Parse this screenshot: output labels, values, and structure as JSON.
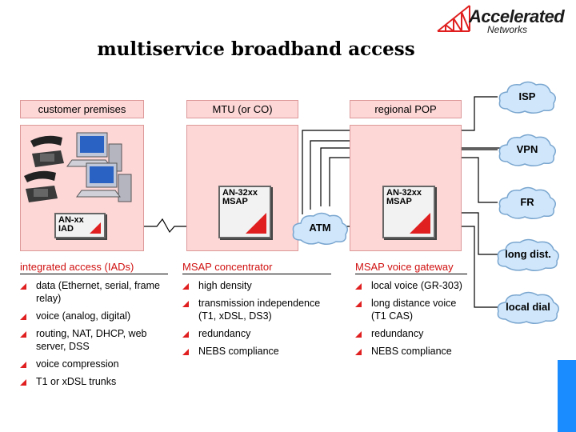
{
  "title": "multiservice broadband access",
  "logo": {
    "name": "Accelerated",
    "sub": "Networks"
  },
  "columns": [
    {
      "header": "customer premises"
    },
    {
      "header": "MTU (or CO)"
    },
    {
      "header": "regional POP"
    }
  ],
  "devices": {
    "iad": {
      "line1": "AN-xx",
      "line2": "IAD"
    },
    "msap1": {
      "line1": "AN-32xx",
      "line2": "MSAP"
    },
    "msap2": {
      "line1": "AN-32xx",
      "line2": "MSAP"
    }
  },
  "atm": "ATM",
  "clouds": [
    "ISP",
    "VPN",
    "FR",
    "long dist.",
    "local dial"
  ],
  "sections": [
    {
      "heading": "integrated access (IADs)",
      "items": [
        "data (Ethernet, serial, frame relay)",
        "voice (analog, digital)",
        "routing, NAT, DHCP, web server, DSS",
        "voice compression",
        "T1 or xDSL trunks"
      ]
    },
    {
      "heading": "MSAP concentrator",
      "items": [
        "high density",
        "transmission independence (T1, xDSL, DS3)",
        "redundancy",
        "NEBS compliance"
      ]
    },
    {
      "heading": "MSAP voice gateway",
      "items": [
        "local voice (GR-303)",
        "long distance voice (T1 CAS)",
        "redundancy",
        "NEBS compliance"
      ]
    }
  ],
  "colors": {
    "panel": "#fdd6d6",
    "accent": "#e02020",
    "heading": "#d01010",
    "cloud": "#cfe6fb"
  }
}
